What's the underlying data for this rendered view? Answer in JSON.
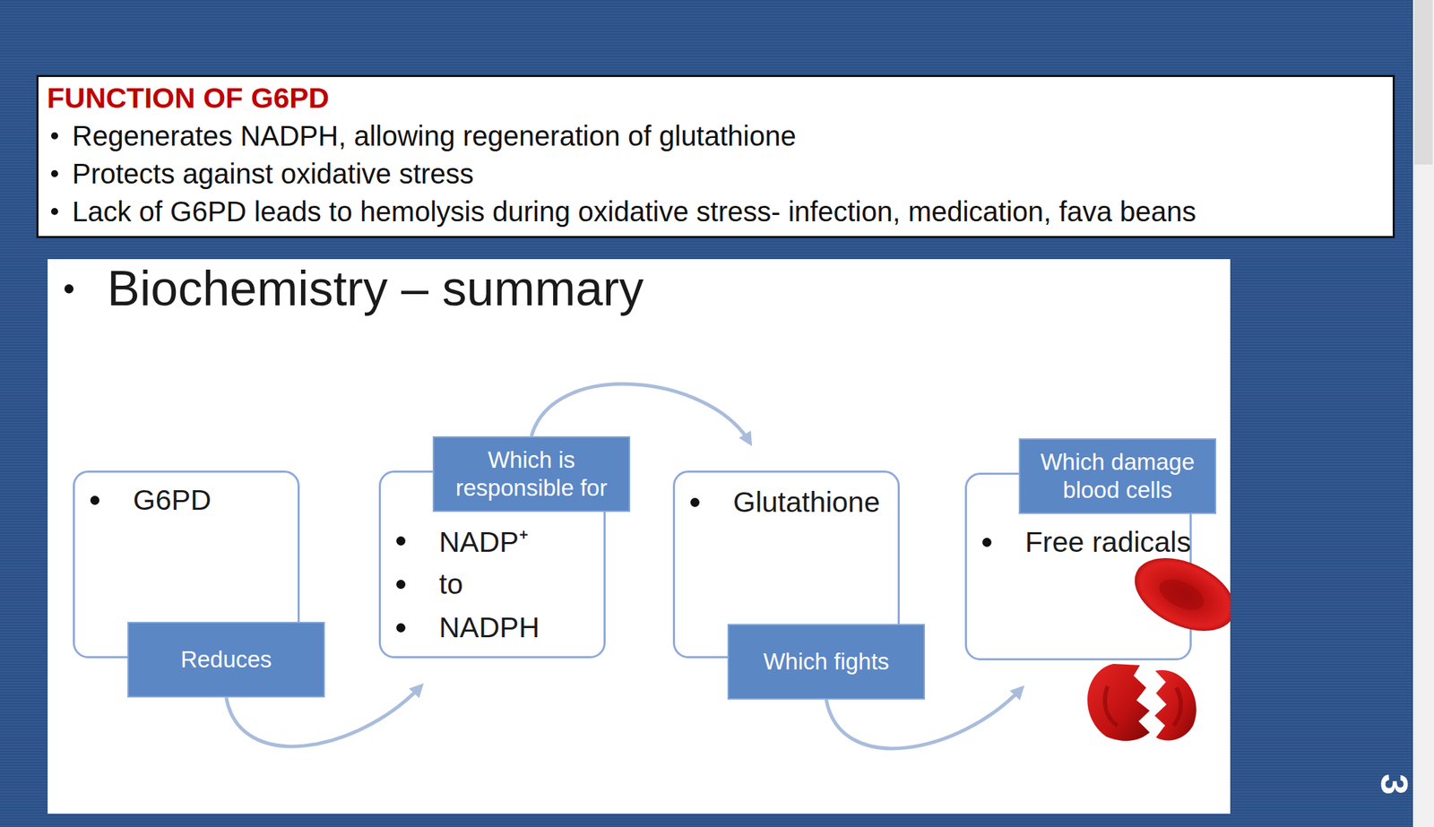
{
  "diagram": {
    "nodes": [
      {
        "text": [
          "FUNCTION OF G6PD",
          "Regenerates NADPH, allowing regeneration of glutathione",
          "Protects against oxidative stress",
          "Lack of G6PD leads to hemolysis during oxidative stress- infection, medication, fava beans"
        ]
      },
      {
        "text": [
          "Biochemistry – summary"
        ]
      },
      {
        "text": [
          "G6PD"
        ],
        "in": 1
      },
      {
        "text": [
          "Reduces"
        ],
        "in": 2
      },
      {
        "text": [
          "NADP⁺",
          "to",
          "NADPH"
        ],
        "in": 1
      },
      {
        "text": [
          "Which is responsible for"
        ],
        "in": 4
      },
      {
        "text": [
          "Glutathione"
        ],
        "in": 1
      },
      {
        "text": [
          "Which fights"
        ],
        "in": 6
      },
      {
        "text": [
          "Free radicals"
        ],
        "in": 1
      },
      {
        "text": [
          "Which damage blood cells"
        ],
        "in": 8
      }
    ],
    "edges": [
      {
        "from": 3,
        "to": 4,
        "arrow": "to"
      },
      {
        "from": 5,
        "to": 6,
        "arrow": "to"
      },
      {
        "from": 7,
        "to": 8,
        "arrow": "to"
      }
    ],
    "labels": [
      "3"
    ]
  }
}
